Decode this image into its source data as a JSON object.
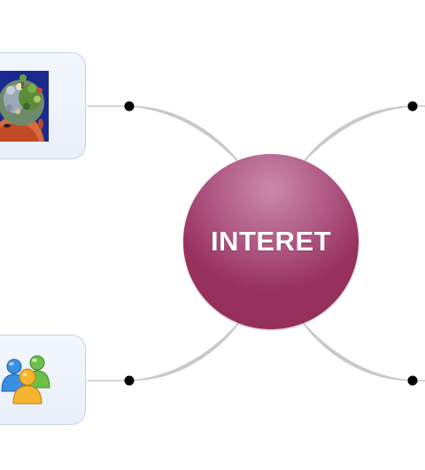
{
  "central_topic": {
    "label": "INTERET",
    "color": "#9c3562"
  },
  "branches": [
    {
      "side": "left",
      "position": "top",
      "image": "brain-collage-image"
    },
    {
      "side": "left",
      "position": "bottom",
      "image": "messenger-buddies-image"
    },
    {
      "side": "right",
      "position": "top"
    },
    {
      "side": "right",
      "position": "bottom"
    }
  ],
  "colors": {
    "connector": "#c9c9c9",
    "node_dot": "#000000",
    "card_border": "#c6d3e6",
    "card_fill": "#eef3fb"
  }
}
